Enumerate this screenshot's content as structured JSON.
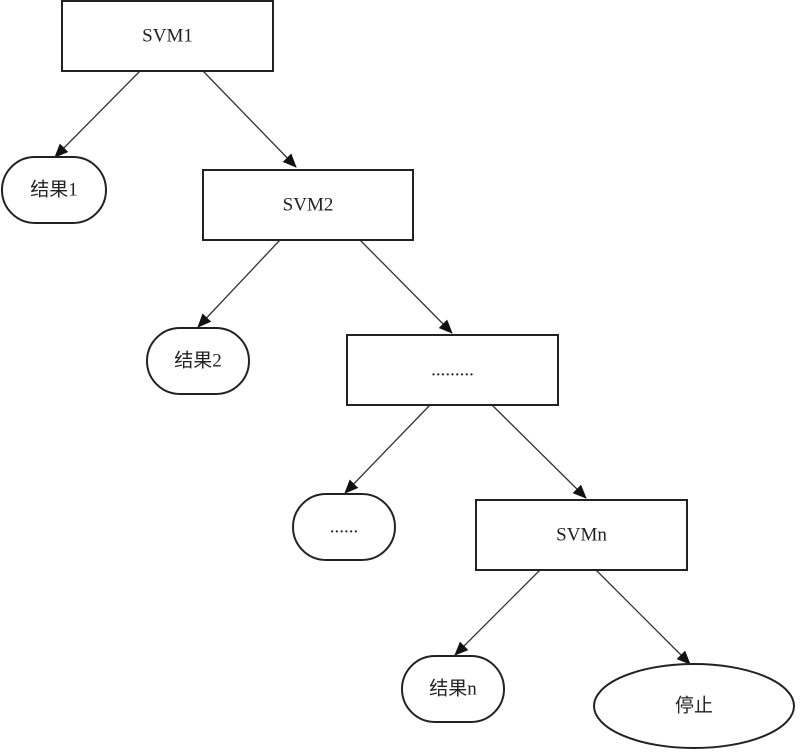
{
  "diagram": {
    "type": "flowchart",
    "nodes": [
      {
        "id": "svm1",
        "label": "SVM1",
        "shape": "rectangle"
      },
      {
        "id": "r1",
        "label": "结果1",
        "shape": "rounded"
      },
      {
        "id": "svm2",
        "label": "SVM2",
        "shape": "rectangle"
      },
      {
        "id": "r2",
        "label": "结果2",
        "shape": "rounded"
      },
      {
        "id": "dots_box",
        "label": ".........",
        "shape": "rectangle"
      },
      {
        "id": "dots_round",
        "label": "......",
        "shape": "rounded"
      },
      {
        "id": "svmn",
        "label": "SVMn",
        "shape": "rectangle"
      },
      {
        "id": "rn",
        "label": "结果n",
        "shape": "rounded"
      },
      {
        "id": "stop",
        "label": "停止",
        "shape": "ellipse"
      }
    ],
    "edges": [
      {
        "from": "svm1",
        "to": "r1"
      },
      {
        "from": "svm1",
        "to": "svm2"
      },
      {
        "from": "svm2",
        "to": "r2"
      },
      {
        "from": "svm2",
        "to": "dots_box"
      },
      {
        "from": "dots_box",
        "to": "dots_round"
      },
      {
        "from": "dots_box",
        "to": "svmn"
      },
      {
        "from": "svmn",
        "to": "rn"
      },
      {
        "from": "svmn",
        "to": "stop"
      }
    ]
  }
}
